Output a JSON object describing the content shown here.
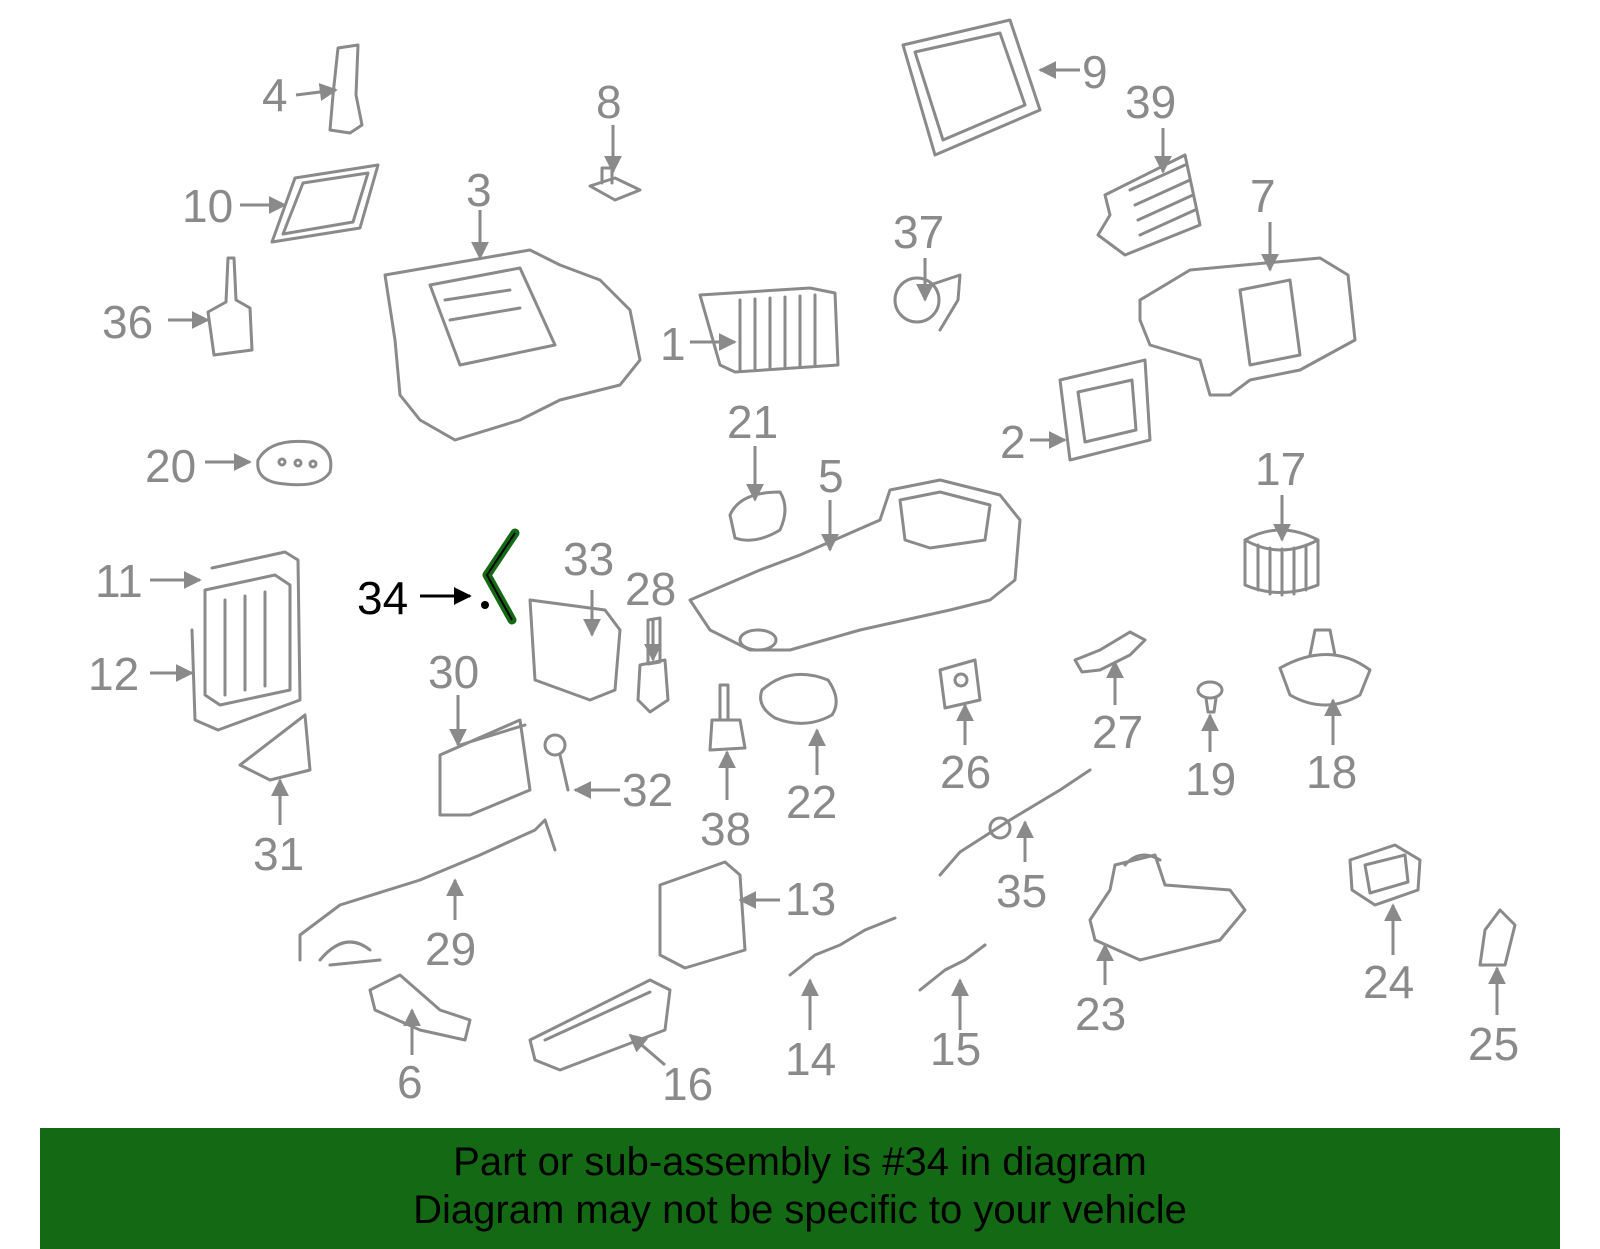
{
  "diagram": {
    "highlight_part": "34",
    "highlight_color": "#146a14",
    "line_color": "#8a8a8a",
    "callouts": [
      "1",
      "2",
      "3",
      "4",
      "5",
      "6",
      "7",
      "8",
      "9",
      "10",
      "11",
      "12",
      "13",
      "14",
      "15",
      "16",
      "17",
      "18",
      "19",
      "20",
      "21",
      "22",
      "23",
      "24",
      "25",
      "26",
      "27",
      "28",
      "29",
      "30",
      "31",
      "32",
      "33",
      "34",
      "35",
      "36",
      "37",
      "38",
      "39"
    ]
  },
  "banner": {
    "line1": "Part or sub-assembly is #34 in diagram",
    "line2": "Diagram may not be specific to your vehicle",
    "background": "#146a14"
  }
}
